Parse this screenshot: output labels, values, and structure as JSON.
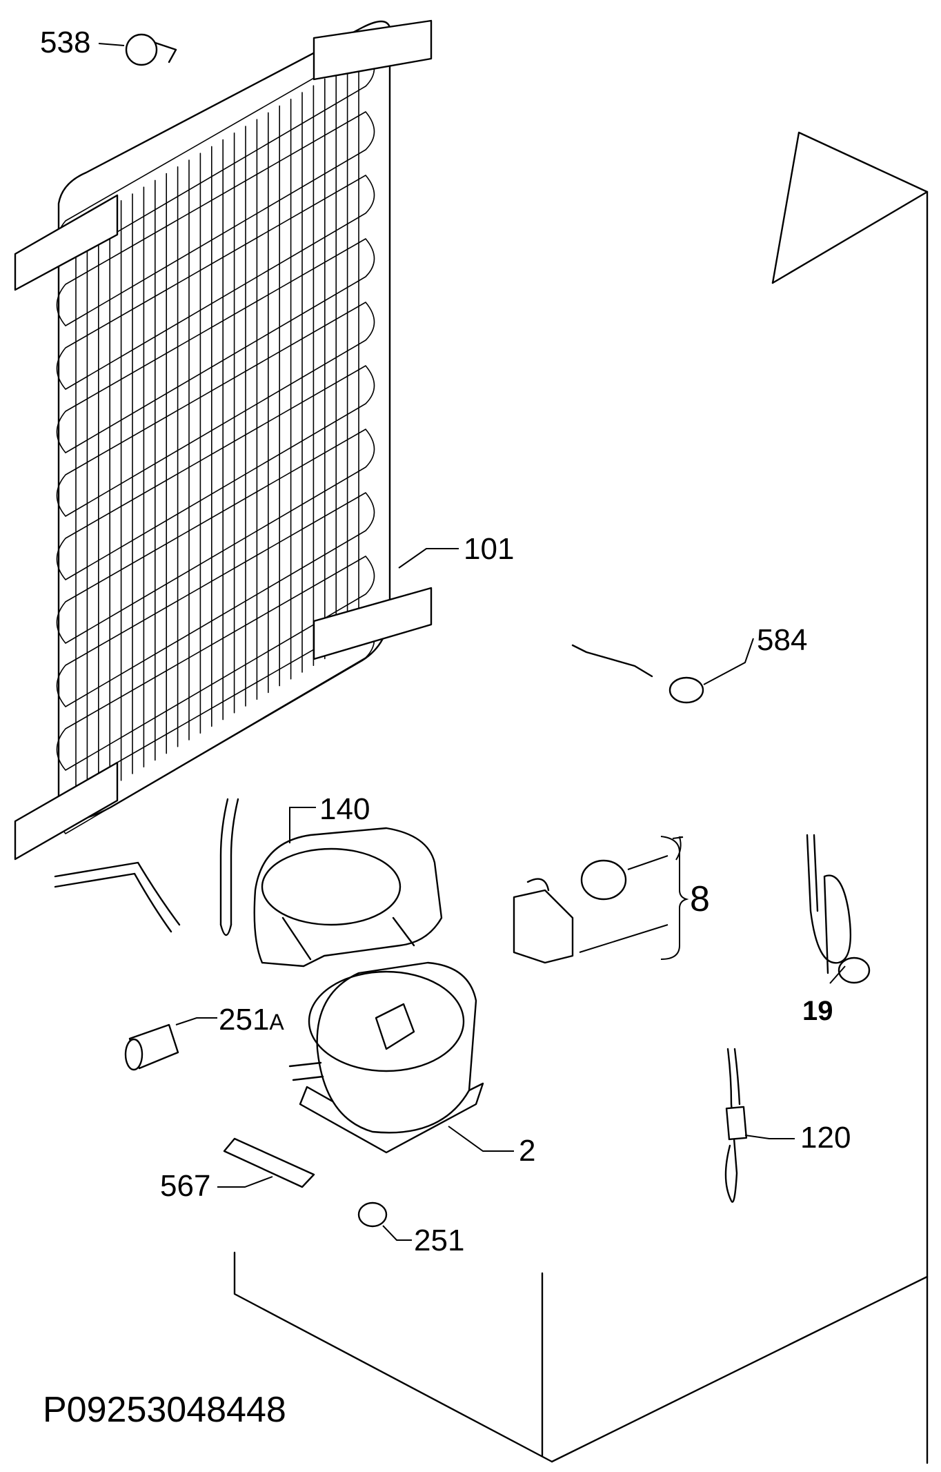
{
  "drawing_code": "P09253048448",
  "callouts": {
    "c538": "538",
    "c101": "101",
    "c584": "584",
    "c140": "140",
    "c8": "8",
    "c19": "19",
    "c251a_num": "251",
    "c251a_suffix": "A",
    "c2": "2",
    "c120": "120",
    "c567": "567",
    "c251": "251"
  }
}
